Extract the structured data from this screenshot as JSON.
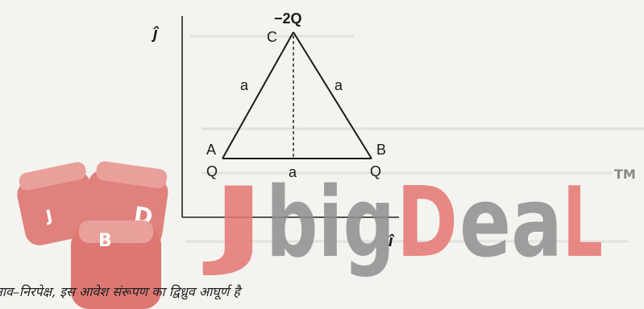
{
  "diagram": {
    "axes": {
      "y_unit_label": "ĵ",
      "x_unit_label": "î"
    },
    "vertices": {
      "A": {
        "name": "A",
        "charge": "Q"
      },
      "B": {
        "name": "B",
        "charge": "Q"
      },
      "C": {
        "name": "C",
        "charge": "−2Q"
      }
    },
    "sides": {
      "AC": "a",
      "BC": "a",
      "AB": "a"
    }
  },
  "caption": "नाव–निरपेक्ष, इस आवेश संरूपण का द्विध्रुव आघूर्ण है",
  "watermark": {
    "brand": "JbigDeaL",
    "trademark": "TM",
    "dice_letters": [
      "J",
      "D",
      "B"
    ],
    "colors": {
      "red": "#e77672",
      "gray": "#8f8f8f",
      "die": "#dd6e69"
    }
  }
}
